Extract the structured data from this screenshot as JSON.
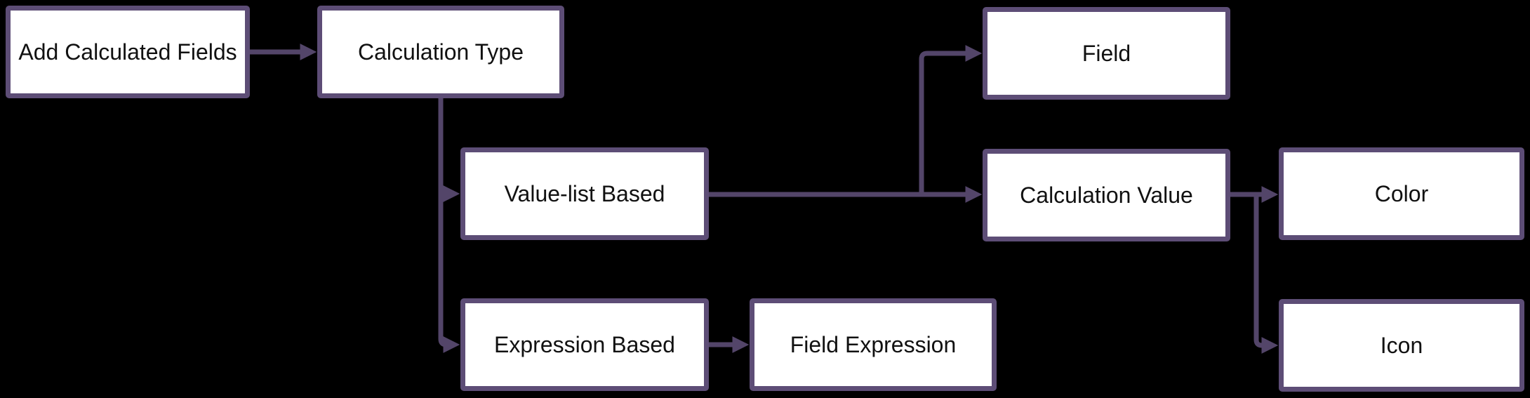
{
  "colors": {
    "background": "#000000",
    "box_fill": "#ffffff",
    "box_border": "#5d4d76",
    "connector": "#534569",
    "text": "#111111"
  },
  "diagram": {
    "type": "flowchart",
    "nodes": [
      {
        "id": "add-calculated-fields",
        "label": "Add Calculated Fields"
      },
      {
        "id": "calculation-type",
        "label": "Calculation Type"
      },
      {
        "id": "field",
        "label": "Field"
      },
      {
        "id": "value-list-based",
        "label": "Value-list Based"
      },
      {
        "id": "calculation-value",
        "label": "Calculation Value"
      },
      {
        "id": "color",
        "label": "Color"
      },
      {
        "id": "expression-based",
        "label": "Expression Based"
      },
      {
        "id": "field-expression",
        "label": "Field Expression"
      },
      {
        "id": "icon",
        "label": "Icon"
      }
    ],
    "edges": [
      {
        "from": "Add Calculated Fields",
        "to": "Calculation Type"
      },
      {
        "from": "Calculation Type",
        "to": "Value-list Based"
      },
      {
        "from": "Calculation Type",
        "to": "Expression Based"
      },
      {
        "from": "Value-list Based",
        "to": "Field"
      },
      {
        "from": "Value-list Based",
        "to": "Calculation Value"
      },
      {
        "from": "Calculation Value",
        "to": "Color"
      },
      {
        "from": "Calculation Value",
        "to": "Icon"
      },
      {
        "from": "Expression Based",
        "to": "Field Expression"
      }
    ]
  }
}
